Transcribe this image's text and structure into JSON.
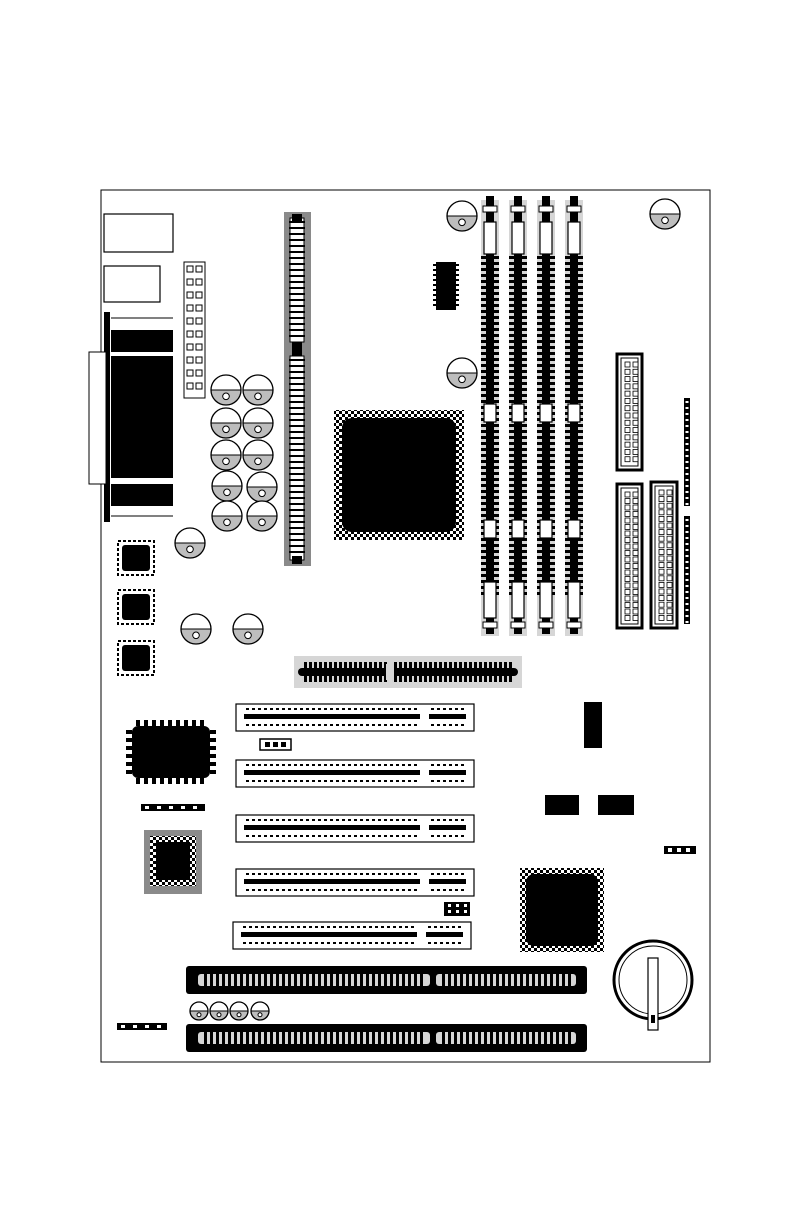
{
  "colors": {
    "ink": "#000000",
    "paper": "#ffffff",
    "shade": "#bdbdbd",
    "socket": "#8a8a8a",
    "light": "#d6d6d6"
  },
  "components": {
    "board": "motherboard-outline",
    "ports": [
      "usb-port",
      "usb-port",
      "parallel-port"
    ],
    "atx_power": "atx-power-connector",
    "cpu_slot": "slot1-cpu-connector",
    "dimm_slots": 4,
    "northbridge": "northbridge-chip",
    "southbridge": "southbridge-chip",
    "agp_slot": "agp-slot",
    "pci_slots": 5,
    "isa_slots": 2,
    "ide_connectors": 2,
    "floppy_connector": "floppy-connector",
    "battery": "cmos-battery",
    "bios_chip": "bios-chip",
    "capacitors": 20
  }
}
